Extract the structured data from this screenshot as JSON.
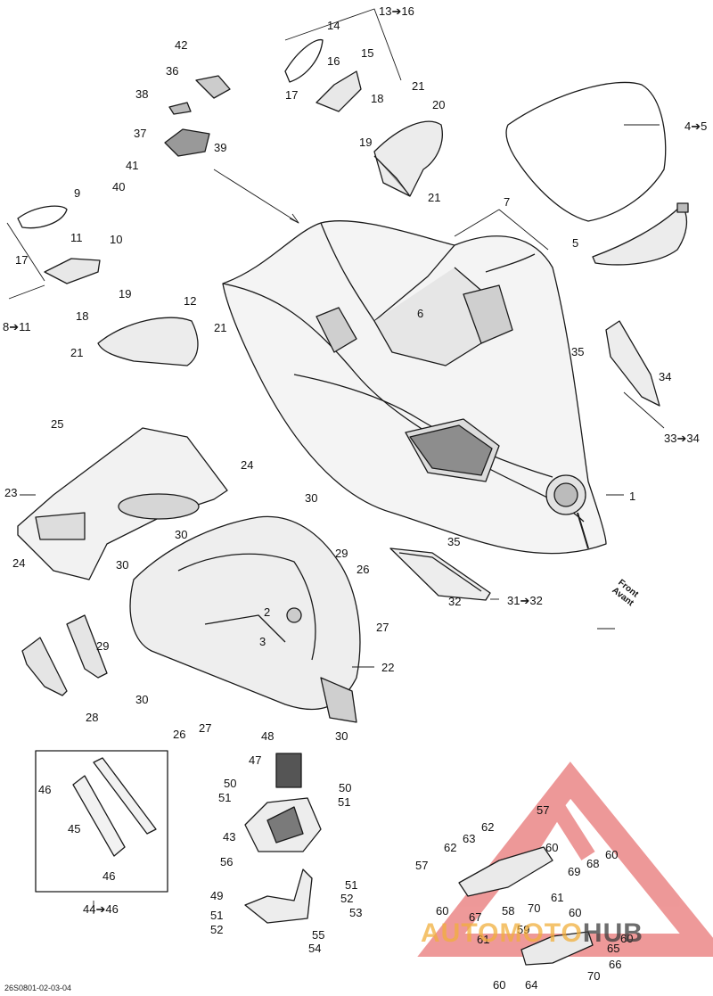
{
  "diagram": {
    "callouts": [
      "1",
      "2",
      "3",
      "4➔5",
      "5",
      "6",
      "7",
      "8➔11",
      "9",
      "10",
      "11",
      "12",
      "13➔16",
      "14",
      "15",
      "16",
      "17",
      "18",
      "19",
      "20",
      "21",
      "22",
      "23",
      "24",
      "25",
      "26",
      "27",
      "28",
      "29",
      "30",
      "31➔32",
      "32",
      "33➔34",
      "34",
      "35",
      "36",
      "37",
      "38",
      "39",
      "40",
      "41",
      "42",
      "43",
      "44➔46",
      "45",
      "46",
      "47",
      "48",
      "49",
      "50",
      "51",
      "52",
      "53",
      "54",
      "55",
      "56",
      "57",
      "58",
      "59",
      "60",
      "61",
      "62",
      "63",
      "64",
      "65",
      "66",
      "67",
      "68",
      "69",
      "70"
    ],
    "labels": {
      "l1": "1",
      "l2": "2",
      "l3": "3",
      "l4_5": "4➔5",
      "l5": "5",
      "l6": "6",
      "l7": "7",
      "l8_11": "8➔11",
      "l9": "9",
      "l10": "10",
      "l11": "11",
      "l12": "12",
      "l13_16": "13➔16",
      "l14": "14",
      "l15": "15",
      "l16": "16",
      "l17": "17",
      "l18": "18",
      "l19": "19",
      "l20": "20",
      "l21": "21",
      "l22": "22",
      "l23": "23",
      "l24": "24",
      "l25": "25",
      "l26": "26",
      "l27": "27",
      "l28": "28",
      "l29": "29",
      "l30": "30",
      "l31_32": "31➔32",
      "l32": "32",
      "l33_34": "33➔34",
      "l34": "34",
      "l35": "35",
      "l36": "36",
      "l37": "37",
      "l38": "38",
      "l39": "39",
      "l40": "40",
      "l41": "41",
      "l42": "42",
      "l43": "43",
      "l44_46": "44➔46",
      "l45": "45",
      "l46": "46",
      "l47": "47",
      "l48": "48",
      "l49": "49",
      "l50": "50",
      "l51": "51",
      "l52": "52",
      "l53": "53",
      "l54": "54",
      "l55": "55",
      "l56": "56",
      "l57": "57",
      "l58": "58",
      "l59": "59",
      "l60": "60",
      "l61": "61",
      "l62": "62",
      "l63": "63",
      "l64": "64",
      "l65": "65",
      "l66": "66",
      "l67": "67",
      "l68": "68",
      "l69": "69",
      "l70": "70"
    },
    "front_label": [
      "Front",
      "Avant"
    ],
    "page_code": "26S0801-02-03-04",
    "watermark": {
      "part1": "AUTO",
      "part2": "MOTO",
      "part3": "HUB"
    },
    "colors": {
      "line": "#1a1a1a",
      "part_fill": "#ececec",
      "dark_part": "#9a9a9a",
      "watermark_red": "#e04545",
      "watermark_orange": "#f0af3c"
    }
  }
}
